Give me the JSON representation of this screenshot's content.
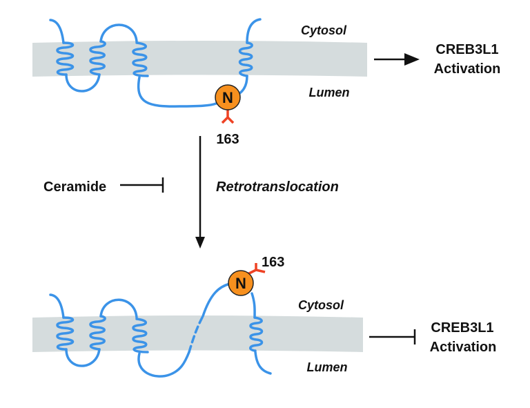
{
  "colors": {
    "membrane": "#d5dcdd",
    "protein": "#3b93e8",
    "n_circle": "#f7901e",
    "glycan": "#ee4224",
    "ink": "#111111"
  },
  "top_panel": {
    "cytosol_label": "Cytosol",
    "lumen_label": "Lumen",
    "n_label": "N",
    "site_label": "163",
    "outcome_line1": "CREB3L1",
    "outcome_line2": "Activation",
    "outcome_relation": "activates"
  },
  "middle": {
    "process_label": "Retrotranslocation",
    "inhibitor_label": "Ceramide",
    "inhibitor_relation": "inhibits"
  },
  "bottom_panel": {
    "cytosol_label": "Cytosol",
    "lumen_label": "Lumen",
    "n_label": "N",
    "site_label": "163",
    "outcome_line1": "CREB3L1",
    "outcome_line2": "Activation",
    "outcome_relation": "inhibits"
  }
}
